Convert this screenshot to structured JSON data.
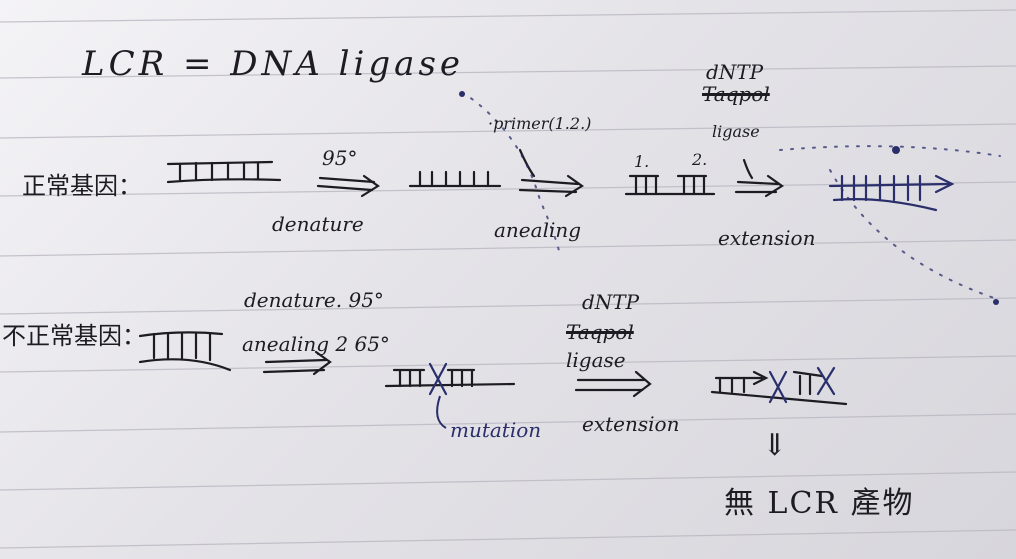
{
  "title": "LCR = DNA ligase",
  "normal": {
    "row_label": "正常基因：",
    "step1_temp": "95°",
    "step1_label": "denature",
    "step2_top": "·primer(1.2.)",
    "step2_label": "anealing",
    "primer_nums": [
      "1.",
      "2."
    ],
    "step3_top1": "dNTP",
    "step3_top2_struck": "Taqpol",
    "step3_top3": "ligase",
    "step3_label": "extension"
  },
  "abnormal": {
    "row_label": "不正常基因：",
    "cond1": "denature. 95°",
    "cond2": "anealing 2 65°",
    "mutation_label": "mutation",
    "ext_top1": "dNTP",
    "ext_top2_struck": "Taqpol",
    "ext_top3": "ligase",
    "ext_label": "extension",
    "down_arrow": "⇓",
    "result": "無 LCR 產物"
  },
  "colors": {
    "ink": "#1c1c22",
    "blue_ink": "#2a2f6b",
    "paper": "#e9e8ed",
    "rule": "#b9b8c2"
  }
}
